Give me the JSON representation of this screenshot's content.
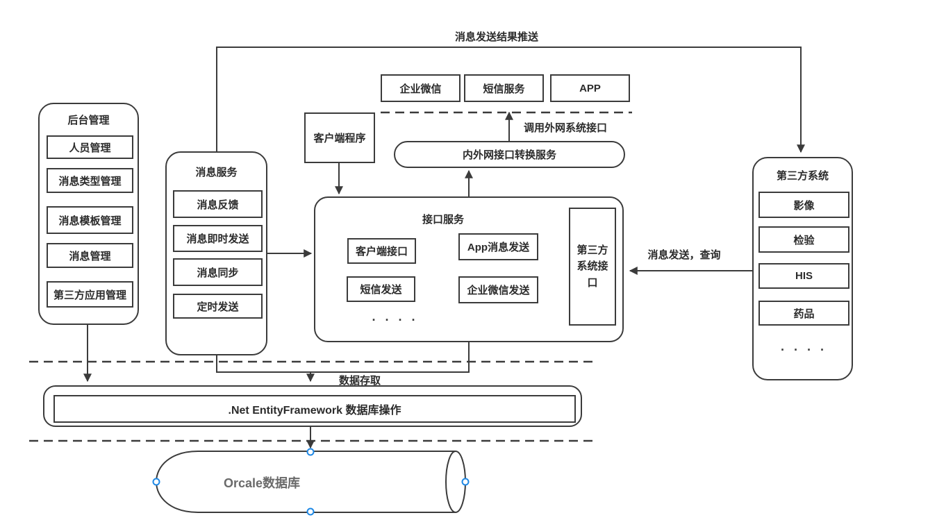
{
  "colors": {
    "stroke": "#3b3b3b",
    "text": "#2b2b2b",
    "selection_handle": "#1e88e5",
    "database_text": "#6a6a6a"
  },
  "flow_labels": {
    "result_push": "消息发送结果推送",
    "call_external_api": "调用外网系统接口",
    "send_query": "消息发送，查询",
    "data_access": "数据存取"
  },
  "external_channels": [
    "企业微信",
    "短信服务",
    "APP"
  ],
  "client_program": "客户端程序",
  "gateway_service": "内外网接口转换服务",
  "backend_admin": {
    "title": "后台管理",
    "items": [
      "人员管理",
      "消息类型管理",
      "消息模板管理",
      "消息管理",
      "第三方应用管理"
    ]
  },
  "message_service": {
    "title": "消息服务",
    "items": [
      "消息反馈",
      "消息即时发送",
      "消息同步",
      "定时发送"
    ]
  },
  "interface_service": {
    "title": "接口服务",
    "items": [
      "客户端接口",
      "App消息发送",
      "短信发送",
      "企业微信发送"
    ],
    "ellipsis": "· · · ·",
    "third_party_port": "第三方系统接口"
  },
  "third_party_system": {
    "title": "第三方系统",
    "items": [
      "影像",
      "检验",
      "HIS",
      "药品"
    ],
    "ellipsis": "· · · ·"
  },
  "orm_layer": ".Net EntityFramework 数据库操作",
  "database": "Orcale数据库"
}
